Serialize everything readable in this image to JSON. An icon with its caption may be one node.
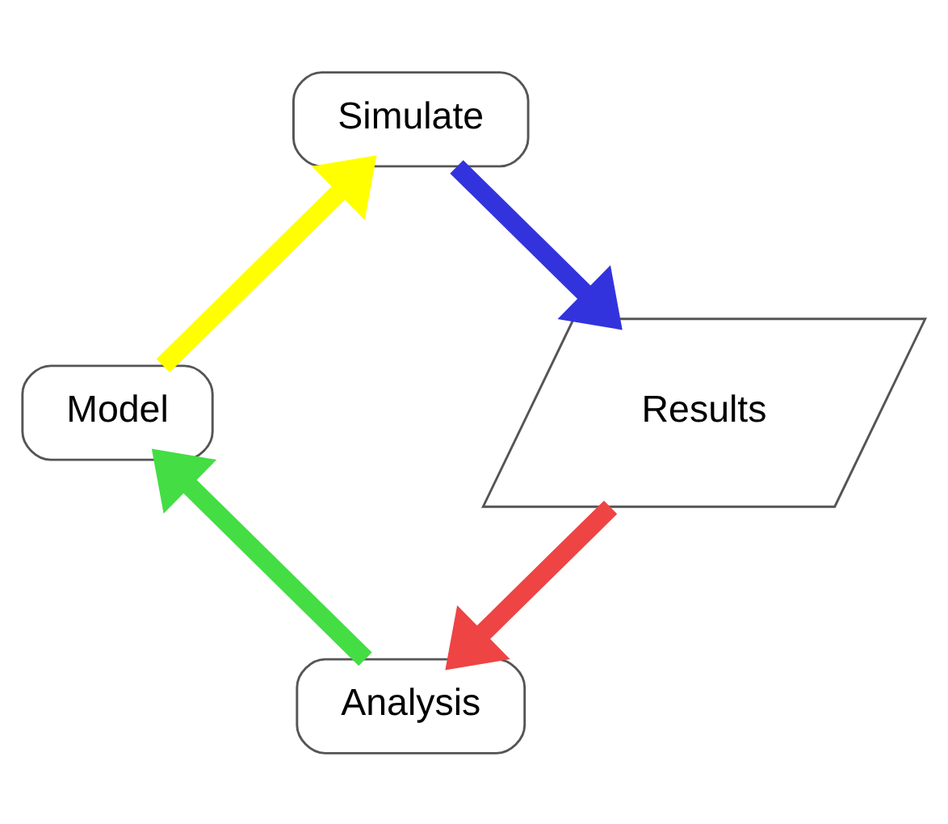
{
  "diagram": {
    "nodes": [
      {
        "text": [
          "Simulate"
        ]
      },
      {
        "text": [
          "Model"
        ]
      },
      {
        "text": [
          "Results"
        ]
      },
      {
        "text": [
          "Analysis"
        ]
      }
    ],
    "edges": [
      {
        "from": 0,
        "to": 2,
        "arrow": "to",
        "color": "#3333dd"
      },
      {
        "from": 2,
        "to": 3,
        "arrow": "to",
        "color": "#ee4444"
      },
      {
        "from": 3,
        "to": 1,
        "arrow": "to",
        "color": "#44dd44"
      },
      {
        "from": 1,
        "to": 0,
        "arrow": "to",
        "color": "#ffff00"
      }
    ]
  }
}
